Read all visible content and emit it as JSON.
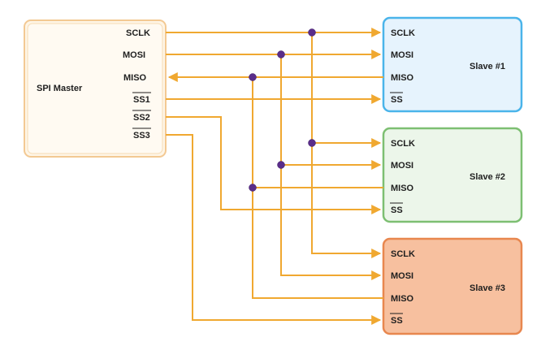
{
  "master": {
    "title": "SPI Master",
    "pins": {
      "sclk": "SCLK",
      "mosi": "MOSI",
      "miso": "MISO",
      "ss1": "SS1",
      "ss2": "SS2",
      "ss3": "SS3"
    },
    "fill": "#fef5e6",
    "border": "#f3c993"
  },
  "slaves": [
    {
      "title": "Slave #1",
      "pins": {
        "sclk": "SCLK",
        "mosi": "MOSI",
        "miso": "MISO",
        "ss": "SS"
      },
      "fill": "#e6f3fd",
      "border": "#4ab4ea"
    },
    {
      "title": "Slave #2",
      "pins": {
        "sclk": "SCLK",
        "mosi": "MOSI",
        "miso": "MISO",
        "ss": "SS"
      },
      "fill": "#ecf6ea",
      "border": "#7dbf72"
    },
    {
      "title": "Slave #3",
      "pins": {
        "sclk": "SCLK",
        "mosi": "MOSI",
        "miso": "MISO",
        "ss": "SS"
      },
      "fill": "#f7c09f",
      "border": "#e8874f"
    }
  ],
  "colors": {
    "wire": "#f0a830",
    "junction": "#5a2d8a"
  }
}
